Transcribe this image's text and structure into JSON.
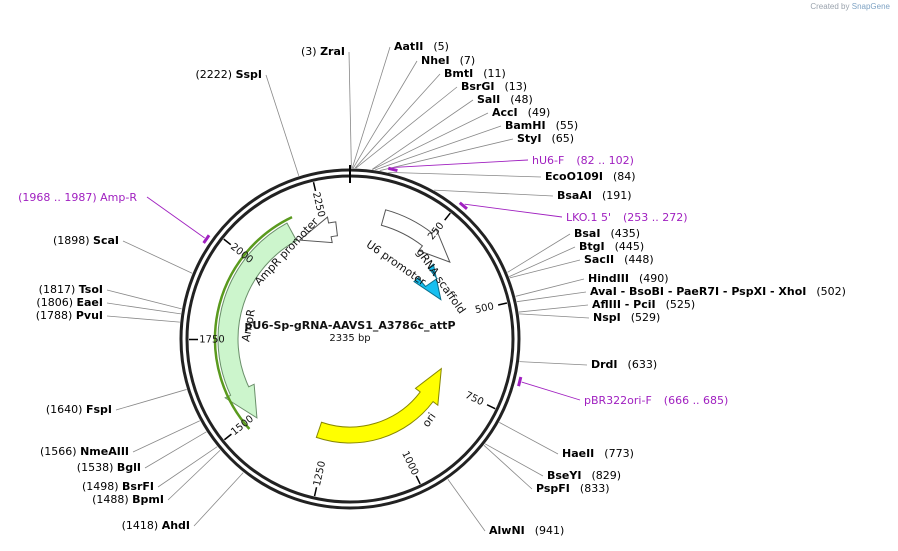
{
  "credit": {
    "prefix": "Created by",
    "brand": "SnapGene"
  },
  "plasmid": {
    "name": "pU6-Sp-gRNA-AAVS1_A3786c_attP",
    "size_label": "2335 bp",
    "length": 2335
  },
  "ticks": [
    {
      "pos": 250,
      "label": "250"
    },
    {
      "pos": 500,
      "label": "500"
    },
    {
      "pos": 750,
      "label": "750"
    },
    {
      "pos": 1000,
      "label": "1000"
    },
    {
      "pos": 1250,
      "label": "1250"
    },
    {
      "pos": 1500,
      "label": "1500"
    },
    {
      "pos": 1750,
      "label": "1750"
    },
    {
      "pos": 2000,
      "label": "2000"
    },
    {
      "pos": 2250,
      "label": "2250"
    }
  ],
  "features": [
    {
      "name": "U6 promoter",
      "start": 100,
      "end": 340,
      "fill": "#ffffff",
      "stroke": "#555555"
    },
    {
      "name": "gRNA scaffold",
      "start": 358,
      "end": 432,
      "fill": "#17bff0",
      "stroke": "#0a6f8c"
    },
    {
      "name": "ori",
      "start": 700,
      "end": 1290,
      "fill": "#ffff00",
      "stroke": "#888800",
      "reverse": true
    },
    {
      "name": "AmpR",
      "start": 1490,
      "end": 2150,
      "fill": "#ccf5cc",
      "stroke": "#6a8f6a",
      "reverse": true
    },
    {
      "name": "AmpR promoter",
      "start": 2160,
      "end": 2290,
      "fill": "#ffffff",
      "stroke": "#555555",
      "reverse": true
    }
  ],
  "sites_right": [
    {
      "enzyme": "AatII",
      "pos": 5,
      "num": "(5)"
    },
    {
      "enzyme": "NheI",
      "pos": 7,
      "num": "(7)"
    },
    {
      "enzyme": "BmtI",
      "pos": 11,
      "num": "(11)"
    },
    {
      "enzyme": "BsrGI",
      "pos": 13,
      "num": "(13)"
    },
    {
      "enzyme": "SalI",
      "pos": 48,
      "num": "(48)"
    },
    {
      "enzyme": "AccI",
      "pos": 49,
      "num": "(49)"
    },
    {
      "enzyme": "BamHI",
      "pos": 55,
      "num": "(55)"
    },
    {
      "enzyme": "StyI",
      "pos": 65,
      "num": "(65)"
    },
    {
      "enzyme": "EcoO109I",
      "pos": 84,
      "num": "(84)"
    },
    {
      "enzyme": "BsaAI",
      "pos": 191,
      "num": "(191)"
    },
    {
      "enzyme": "BsaI",
      "pos": 435,
      "num": "(435)"
    },
    {
      "enzyme": "BtgI",
      "pos": 445,
      "num": "(445)"
    },
    {
      "enzyme": "SacII",
      "pos": 448,
      "num": "(448)"
    },
    {
      "enzyme": "HindIII",
      "pos": 490,
      "num": "(490)"
    },
    {
      "enzyme": "AvaI  - BsoBI  - PaeR7I  - PspXI  - XhoI",
      "pos": 502,
      "num": "(502)"
    },
    {
      "enzyme": "AflIII  - PciI",
      "pos": 525,
      "num": "(525)"
    },
    {
      "enzyme": "NspI",
      "pos": 529,
      "num": "(529)"
    },
    {
      "enzyme": "DrdI",
      "pos": 633,
      "num": "(633)"
    },
    {
      "enzyme": "HaeII",
      "pos": 773,
      "num": "(773)"
    },
    {
      "enzyme": "BseYI",
      "pos": 829,
      "num": "(829)"
    },
    {
      "enzyme": "PspFI",
      "pos": 833,
      "num": "(833)"
    },
    {
      "enzyme": "AlwNI",
      "pos": 941,
      "num": "(941)"
    }
  ],
  "sites_left": [
    {
      "enzyme": "ZraI",
      "pos": 3,
      "num": "(3)"
    },
    {
      "enzyme": "SspI",
      "pos": 2222,
      "num": "(2222)"
    },
    {
      "enzyme": "ScaI",
      "pos": 1898,
      "num": "(1898)"
    },
    {
      "enzyme": "TsoI",
      "pos": 1817,
      "num": "(1817)"
    },
    {
      "enzyme": "EaeI",
      "pos": 1806,
      "num": "(1806)"
    },
    {
      "enzyme": "PvuI",
      "pos": 1788,
      "num": "(1788)"
    },
    {
      "enzyme": "FspI",
      "pos": 1640,
      "num": "(1640)"
    },
    {
      "enzyme": "NmeAIII",
      "pos": 1566,
      "num": "(1566)"
    },
    {
      "enzyme": "BglI",
      "pos": 1538,
      "num": "(1538)"
    },
    {
      "enzyme": "BsrFI",
      "pos": 1498,
      "num": "(1498)"
    },
    {
      "enzyme": "BpmI",
      "pos": 1488,
      "num": "(1488)"
    },
    {
      "enzyme": "AhdI",
      "pos": 1418,
      "num": "(1418)"
    }
  ],
  "primers": [
    {
      "name": "hU6-F",
      "range": "(82 .. 102)",
      "pos": 92,
      "side": "right"
    },
    {
      "name": "LKO.1 5'",
      "range": "(253 .. 272)",
      "pos": 262,
      "side": "right"
    },
    {
      "name": "pBR322ori-F",
      "range": "(666 .. 685)",
      "pos": 675,
      "side": "right"
    },
    {
      "name": "Amp-R",
      "range": "(1968 .. 1987)",
      "pos": 1977,
      "side": "left"
    }
  ],
  "colors": {
    "primer": "#a020c0",
    "backbone": "#222222",
    "leader": "#888888"
  }
}
